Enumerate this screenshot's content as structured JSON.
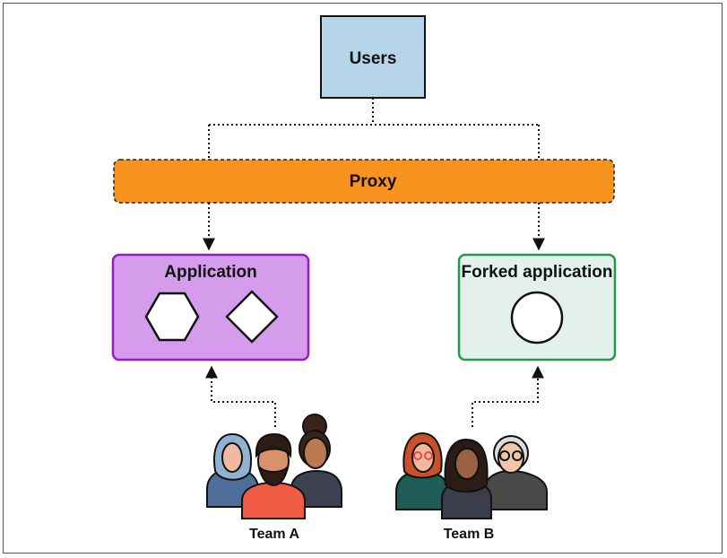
{
  "nodes": {
    "users": "Users",
    "proxy": "Proxy",
    "application": "Application",
    "forked_application": "Forked application"
  },
  "teams": {
    "team_a": "Team A",
    "team_b": "Team B"
  },
  "colors": {
    "users_fill": "#b6d5e8",
    "proxy_fill": "#f7931e",
    "application_fill": "#d69cec",
    "application_border": "#9b19c7",
    "forked_fill": "#e3f1ea",
    "forked_border": "#1f9a4c"
  }
}
